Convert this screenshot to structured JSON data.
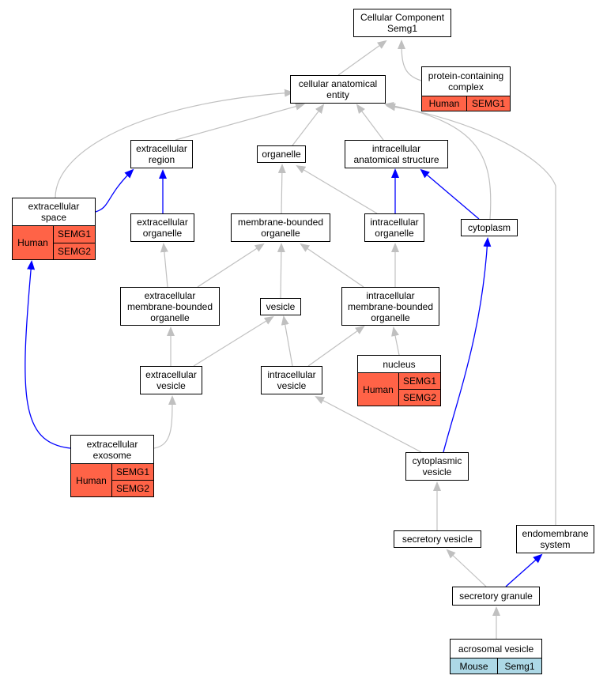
{
  "nodes": {
    "cellular_component": {
      "label": "Cellular Component\nSemg1"
    },
    "protein_complex": {
      "label": "protein-containing\ncomplex",
      "species": "Human",
      "genes": [
        "SEMG1"
      ]
    },
    "cellular_anatomical_entity": {
      "label": "cellular anatomical\nentity"
    },
    "extracellular_region": {
      "label": "extracellular\nregion"
    },
    "organelle": {
      "label": "organelle"
    },
    "intracellular_anatomical_structure": {
      "label": "intracellular\nanatomical structure"
    },
    "extracellular_space": {
      "label": "extracellular\nspace",
      "species": "Human",
      "genes": [
        "SEMG1",
        "SEMG2"
      ]
    },
    "extracellular_organelle": {
      "label": "extracellular\norganelle"
    },
    "membrane_bounded_organelle": {
      "label": "membrane-bounded\norganelle"
    },
    "intracellular_organelle": {
      "label": "intracellular\norganelle"
    },
    "cytoplasm": {
      "label": "cytoplasm"
    },
    "extracellular_mb_organelle": {
      "label": "extracellular\nmembrane-bounded\norganelle"
    },
    "vesicle": {
      "label": "vesicle"
    },
    "intracellular_mb_organelle": {
      "label": "intracellular\nmembrane-bounded\norganelle"
    },
    "extracellular_vesicle": {
      "label": "extracellular\nvesicle"
    },
    "intracellular_vesicle": {
      "label": "intracellular\nvesicle"
    },
    "nucleus": {
      "label": "nucleus",
      "species": "Human",
      "genes": [
        "SEMG1",
        "SEMG2"
      ]
    },
    "extracellular_exosome": {
      "label": "extracellular\nexosome",
      "species": "Human",
      "genes": [
        "SEMG1",
        "SEMG2"
      ]
    },
    "cytoplasmic_vesicle": {
      "label": "cytoplasmic\nvesicle"
    },
    "secretory_vesicle": {
      "label": "secretory vesicle"
    },
    "endomembrane_system": {
      "label": "endomembrane\nsystem"
    },
    "secretory_granule": {
      "label": "secretory granule"
    },
    "acrosomal_vesicle": {
      "label": "acrosomal vesicle",
      "species": "Mouse",
      "genes": [
        "Semg1"
      ]
    }
  },
  "edge_types": {
    "is_a": {
      "color": "#c0c0c0"
    },
    "part_of": {
      "color": "#0000ff"
    }
  },
  "species_colors": {
    "Human": "#ff6347",
    "Mouse": "#add8e6"
  }
}
